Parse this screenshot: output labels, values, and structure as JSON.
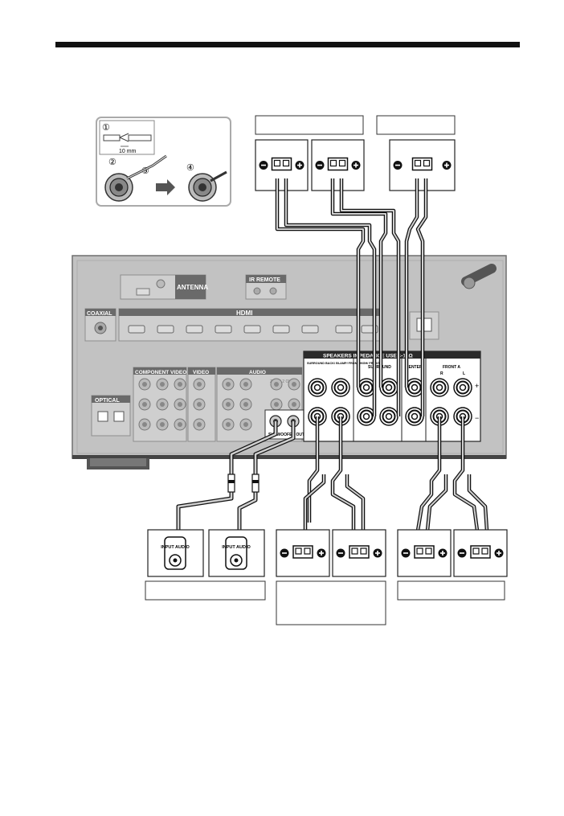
{
  "colors": {
    "panel": "#bdbdbd",
    "panel_dark": "#8c8c8c",
    "panel_line": "#a8a8a8",
    "ink": "#111111",
    "cable_light": "#cfcfcf",
    "terminal_strip": "#2a2a2a",
    "white": "#ffffff"
  },
  "inset": {
    "step1": "①",
    "step2": "②",
    "step3": "③",
    "step4": "④",
    "measure": "10 mm"
  },
  "receiver": {
    "antenna": "ANTENNA",
    "ir_remote": "IR REMOTE",
    "coaxial": "COAXIAL",
    "hdmi": "HDMI",
    "optical": "OPTICAL",
    "component_video": "COMPONENT VIDEO",
    "video": "VIDEO",
    "audio": "AUDIO",
    "zone2_out": "ZONE 2 OUT",
    "speakers_bar": "SPEAKERS   IMPEDANCE USE 4-16Ω",
    "subwoofer_out": "SUBWOOFER OUT",
    "surround_back": "SURROUND BACK/ BI-AMP/ FRONT HIGH/ FRONT B",
    "surround": "SURROUND",
    "center": "CENTER",
    "front_a": "FRONT A",
    "r": "R",
    "l": "L",
    "plus": "+",
    "minus": "−"
  },
  "subwoofer": {
    "jack_label": "INPUT AUDIO"
  }
}
